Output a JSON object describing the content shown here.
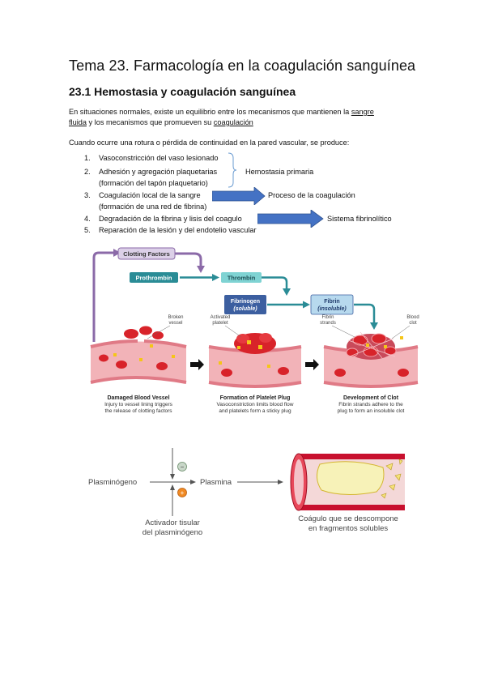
{
  "doc": {
    "title": "Tema 23. Farmacología en la coagulación sanguínea",
    "section": "23.1 Hemostasia y coagulación sanguínea",
    "para1": {
      "a": "En situaciones normales, existe un equilibrio entre los mecanismos que mantienen la ",
      "b": "sangre",
      "c": "fluida",
      "d": " y los mecanismos que promueven su ",
      "e": "coagulación"
    },
    "para2": "Cuando ocurre una rotura o pérdida de continuidad en la pared vascular, se produce:",
    "list": [
      {
        "num": "1.",
        "text": "Vasoconstricción del vaso lesionado"
      },
      {
        "num": "2.",
        "text": "Adhesión y agregación plaquetarias",
        "text2": "(formación del tapón plaquetario)"
      },
      {
        "num": "3.",
        "text": "Coagulación local de la sangre",
        "text2": "(formación de una red de fibrina)"
      },
      {
        "num": "4.",
        "text": "Degradación de la fibrina y lisis del coagulo"
      },
      {
        "num": "5.",
        "text": "Reparación de la lesión y del endotelio vascular"
      }
    ],
    "side_labels": {
      "hemostasia": "Hemostasia primaria",
      "proceso": "Proceso de la coagulación",
      "fibrinolitico": "Sistema fibrinolítico"
    }
  },
  "figure1": {
    "labels": {
      "clotting_factors": "Clotting Factors",
      "prothrombin": "Prothrombin",
      "thrombin": "Thrombin",
      "fibrinogen": "Fibrinogen",
      "fibrinogen_sub": "(soluble)",
      "fibrin": "Fibrin",
      "fibrin_sub": "(insoluble)",
      "broken_vessel_1": "Broken",
      "broken_vessel_2": "vessel",
      "activated_platelet_1": "Activated",
      "activated_platelet_2": "platelet",
      "fibrin_strands_1": "Fibrin",
      "fibrin_strands_2": "strands",
      "blood_clot_1": "Blood",
      "blood_clot_2": "clot"
    },
    "captions": [
      {
        "title": "Damaged Blood Vessel",
        "l1": "Injury to vessel lining triggers",
        "l2": "the release of clotting factors"
      },
      {
        "title": "Formation of Platelet Plug",
        "l1": "Vasoconstriction limits blood flow",
        "l2": "and platelets form a sticky plug"
      },
      {
        "title": "Development of Clot",
        "l1": "Fibrin strands adhere to the",
        "l2": "plug to form an insoluble clot"
      }
    ],
    "colors": {
      "purple": "#8b6aa8",
      "teal": "#2a8c96",
      "teal_box": "#7fd3d3",
      "blue_box": "#3c5fa0",
      "vessel": "#f2b3b8",
      "rbc": "#d8232a",
      "platelet": "#f5c518"
    }
  },
  "figure2": {
    "plasminogeno": "Plasminógeno",
    "plasmina": "Plasmina",
    "minus_sign": "−",
    "plus_sign": "+",
    "activador_1": "Activador tisular",
    "activador_2": "del plasminógeno",
    "caption_1": "Coágulo que se descompone",
    "caption_2": "en fragmentos solubles"
  }
}
